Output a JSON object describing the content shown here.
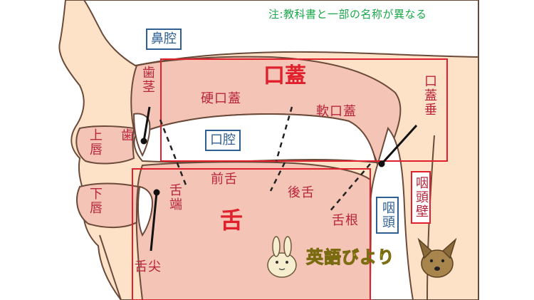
{
  "note": "注:教科書と一部の名称が異なる",
  "labels": {
    "nasal_cavity": "鼻腔",
    "alveolar_ridge": "歯茎",
    "upper_lip": "上唇",
    "teeth": "歯",
    "lower_lip": "下唇",
    "palate": "口蓋",
    "hard_palate": "硬口蓋",
    "soft_palate": "軟口蓋",
    "uvula": "口蓋垂",
    "oral_cavity": "口腔",
    "front_tongue": "前舌",
    "back_tongue": "後舌",
    "tongue_blade": "舌端",
    "tongue": "舌",
    "tongue_tip": "舌尖",
    "tongue_root": "舌根",
    "pharynx": "咽頭",
    "pharyngeal_wall": "咽頭壁"
  },
  "brand": "英語びより",
  "colors": {
    "label": "#b8243c",
    "highlight_red": "#e0202c",
    "cavity_blue": "#2f5f93",
    "note_green": "#19a84a",
    "skin": "#fde2c8",
    "tissue": "#f4c4b6",
    "outline": "#6b4a3a"
  },
  "icons": [
    "rabbit-mascot-icon",
    "dog-mascot-icon"
  ]
}
